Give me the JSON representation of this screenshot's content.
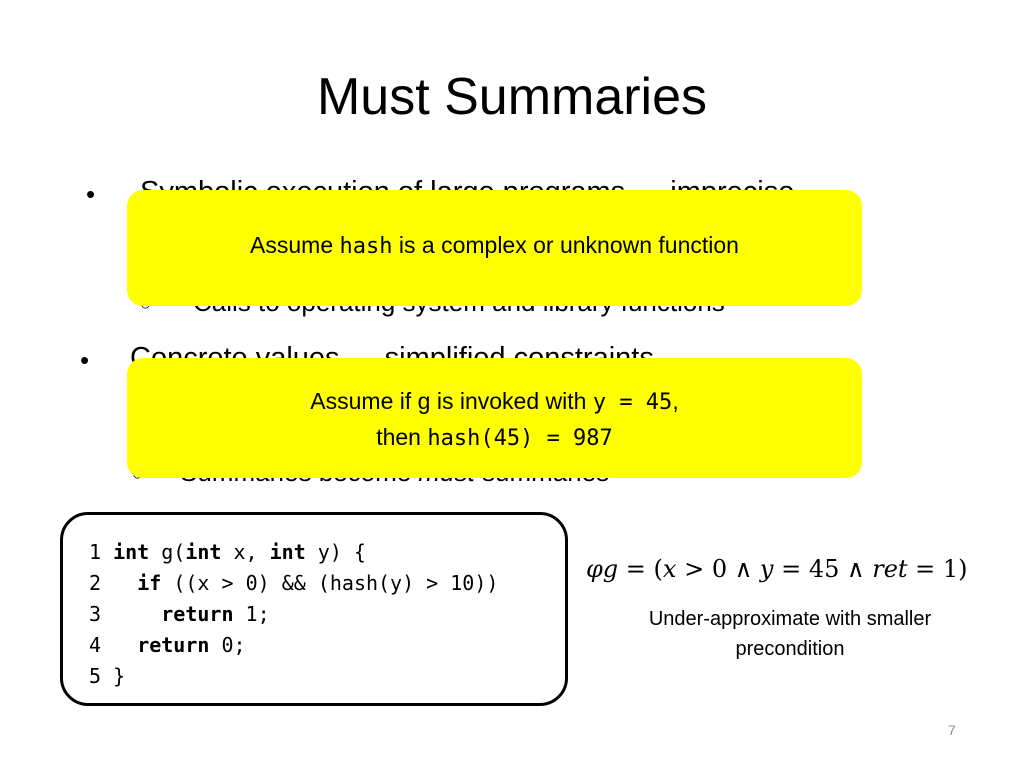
{
  "slide": {
    "title": "Must Summaries",
    "page_number": "7"
  },
  "bullets": [
    {
      "text": "Symbolic execution of large programs → imprecise",
      "marker": "•"
    },
    {
      "text": "Calls to operating system and library functions",
      "marker": "○"
    },
    {
      "text": "Concrete values → simplified constraints",
      "marker": "•"
    },
    {
      "text_pre": "Summaries become ",
      "text_em": "must",
      "text_post": " summaries",
      "marker": "○"
    }
  ],
  "callouts": {
    "first": {
      "pre": "Assume ",
      "code": "hash",
      "post": " is a complex or unknown function"
    },
    "second": {
      "line1_pre": "Assume if ",
      "line1_g": "g",
      "line1_mid": " is invoked with ",
      "line1_code": "y = 45",
      "line1_post": ",",
      "line2_pre": "then ",
      "line2_code": "hash(45) = 987"
    }
  },
  "code": {
    "lines": [
      {
        "num": "1",
        "parts": [
          {
            "kw": "int"
          },
          {
            "t": " g("
          },
          {
            "kw": "int"
          },
          {
            "t": " x, "
          },
          {
            "kw": "int"
          },
          {
            "t": " y) {"
          }
        ]
      },
      {
        "num": "2",
        "parts": [
          {
            "t": "  "
          },
          {
            "kw": "if"
          },
          {
            "t": " ((x > 0) && (hash(y) > 10))"
          }
        ]
      },
      {
        "num": "3",
        "parts": [
          {
            "t": "    "
          },
          {
            "kw": "return"
          },
          {
            "t": " 1;"
          }
        ]
      },
      {
        "num": "4",
        "parts": [
          {
            "t": "  "
          },
          {
            "kw": "return"
          },
          {
            "t": " 0;"
          }
        ]
      },
      {
        "num": "5",
        "parts": [
          {
            "t": "}"
          }
        ]
      }
    ]
  },
  "formula": {
    "phi": "φg",
    "eq": " = (",
    "x": "x",
    "gt0": " > 0 ∧ ",
    "y": "y",
    "eq45": " = 45 ∧ ",
    "ret": "ret",
    "eq1": " = 1)"
  },
  "note": {
    "line1": "Under-approximate with smaller",
    "line2": "precondition"
  }
}
